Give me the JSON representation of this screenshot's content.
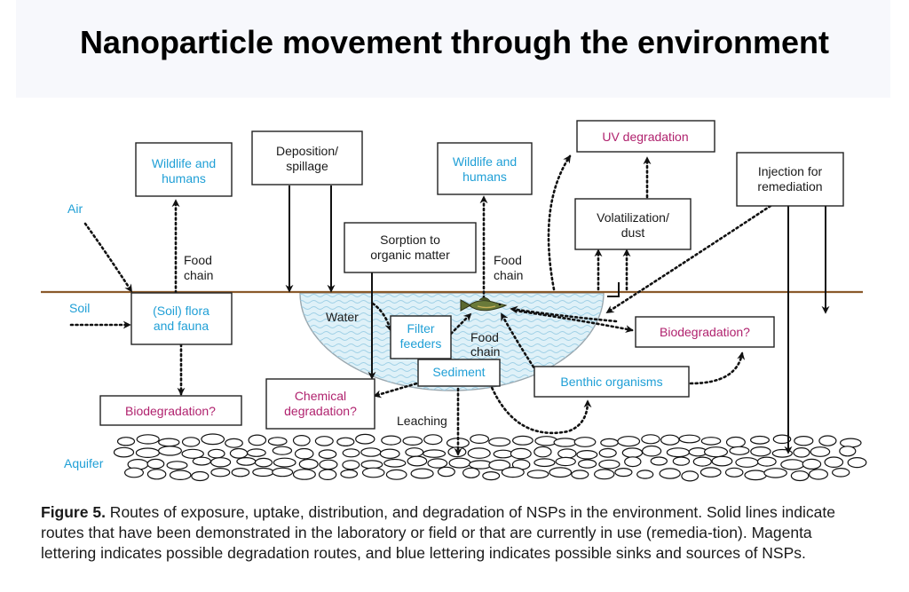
{
  "title": "Nanoparticle movement through the environment",
  "colors": {
    "sink_source": "#1f9fd6",
    "degradation": "#b0226e",
    "ground_line": "#8a5a2b",
    "water_fill": "#dff1f8"
  },
  "zones": {
    "air": "Air",
    "soil": "Soil",
    "water": "Water",
    "aquifer": "Aquifer"
  },
  "boxes": {
    "wildlife_left": [
      "Wildlife and",
      "humans"
    ],
    "deposition": [
      "Deposition/",
      "spillage"
    ],
    "sorption": [
      "Sorption to",
      "organic matter"
    ],
    "wildlife_right": [
      "Wildlife and",
      "humans"
    ],
    "uv": [
      "UV degradation"
    ],
    "volatilization": [
      "Volatilization/",
      "dust"
    ],
    "injection": [
      "Injection for",
      "remediation"
    ],
    "soil_flora": [
      "(Soil) flora",
      "and fauna"
    ],
    "filter_feeders": [
      "Filter",
      "feeders"
    ],
    "sediment": [
      "Sediment"
    ],
    "biodeg_right": [
      "Biodegradation?"
    ],
    "benthic": [
      "Benthic organisms"
    ],
    "chemical_deg": [
      "Chemical",
      "degradation?"
    ],
    "biodeg_left": [
      "Biodegradation?"
    ]
  },
  "labels": {
    "food_chain_left": [
      "Food",
      "chain"
    ],
    "food_chain_center": [
      "Food",
      "chain"
    ],
    "food_chain_water": [
      "Food",
      "chain"
    ],
    "leaching": "Leaching"
  },
  "caption": {
    "figure_label": "Figure 5.",
    "text": " Routes of exposure, uptake, distribution, and degradation of NSPs in the environment. Solid lines indicate routes that have been demonstrated in the laboratory or field or that are currently in use (remedia-tion). Magenta lettering indicates possible degradation routes, and blue lettering indicates possible sinks and sources of NSPs."
  }
}
